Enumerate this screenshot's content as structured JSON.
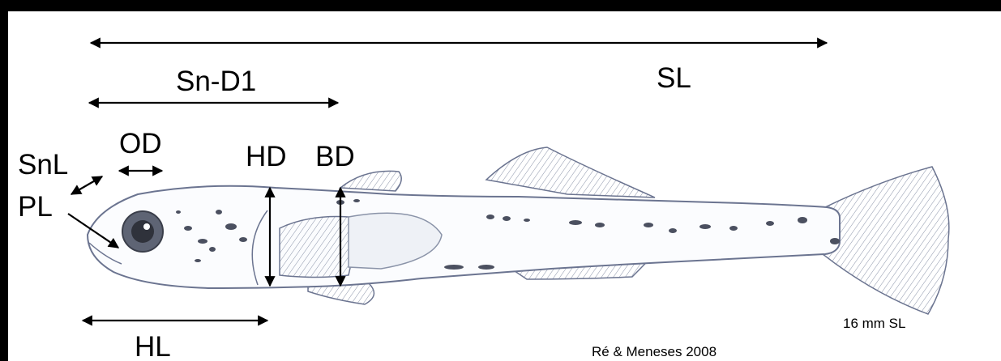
{
  "labels": {
    "sl": "SL",
    "sn_d1": "Sn-D1",
    "od": "OD",
    "snl": "SnL",
    "pl": "PL",
    "hd": "HD",
    "bd": "BD",
    "hl": "HL"
  },
  "size_note": "16 mm SL",
  "credit": "Ré & Meneses 2008"
}
